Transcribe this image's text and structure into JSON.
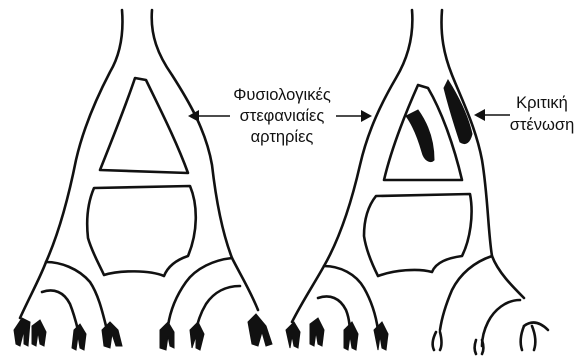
{
  "labels": {
    "physiological": [
      "Φυσιολογικές",
      "στεφανιαίες",
      "αρτηρίες"
    ],
    "stenosis": [
      "Κριτική",
      "στένωση"
    ]
  },
  "colors": {
    "ink": "#111111",
    "background": "#ffffff",
    "lesion": "#111111"
  }
}
